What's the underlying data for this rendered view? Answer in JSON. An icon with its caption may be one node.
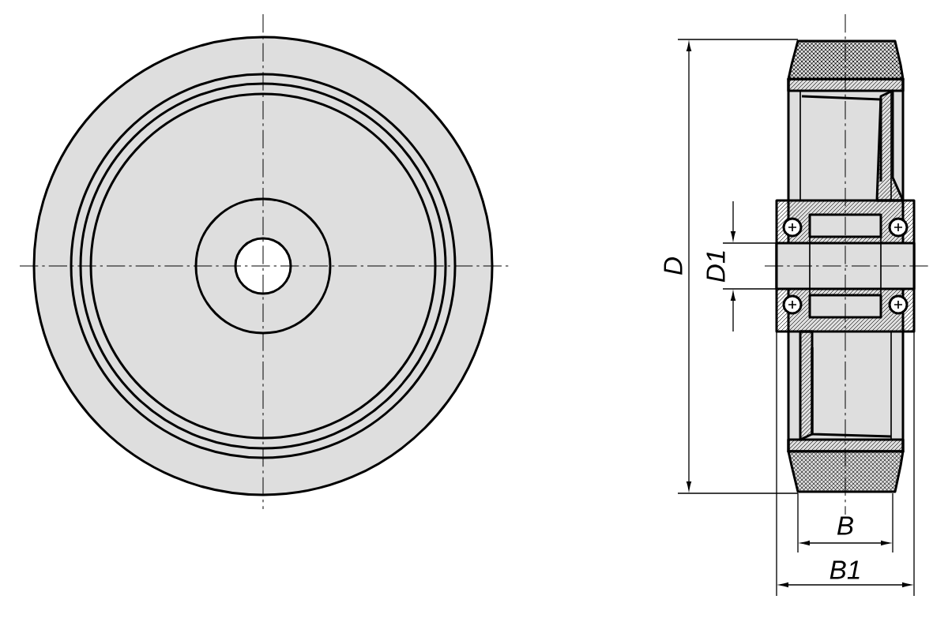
{
  "diagram": {
    "labels": [
      "D",
      "D1",
      "B",
      "B1"
    ]
  }
}
